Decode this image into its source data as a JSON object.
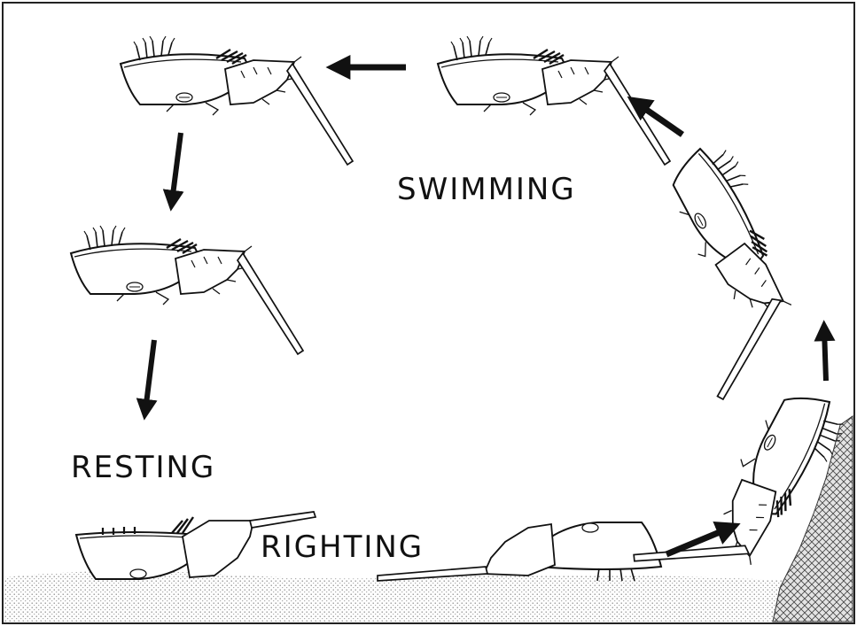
{
  "labels": {
    "swimming": "SWIMMING",
    "resting": "RESTING",
    "righting": "RIGHTING"
  },
  "colors": {
    "ink": "#111111",
    "paper": "#ffffff",
    "sediment": "#d8d8d8",
    "rock": "#bcbcbc"
  }
}
